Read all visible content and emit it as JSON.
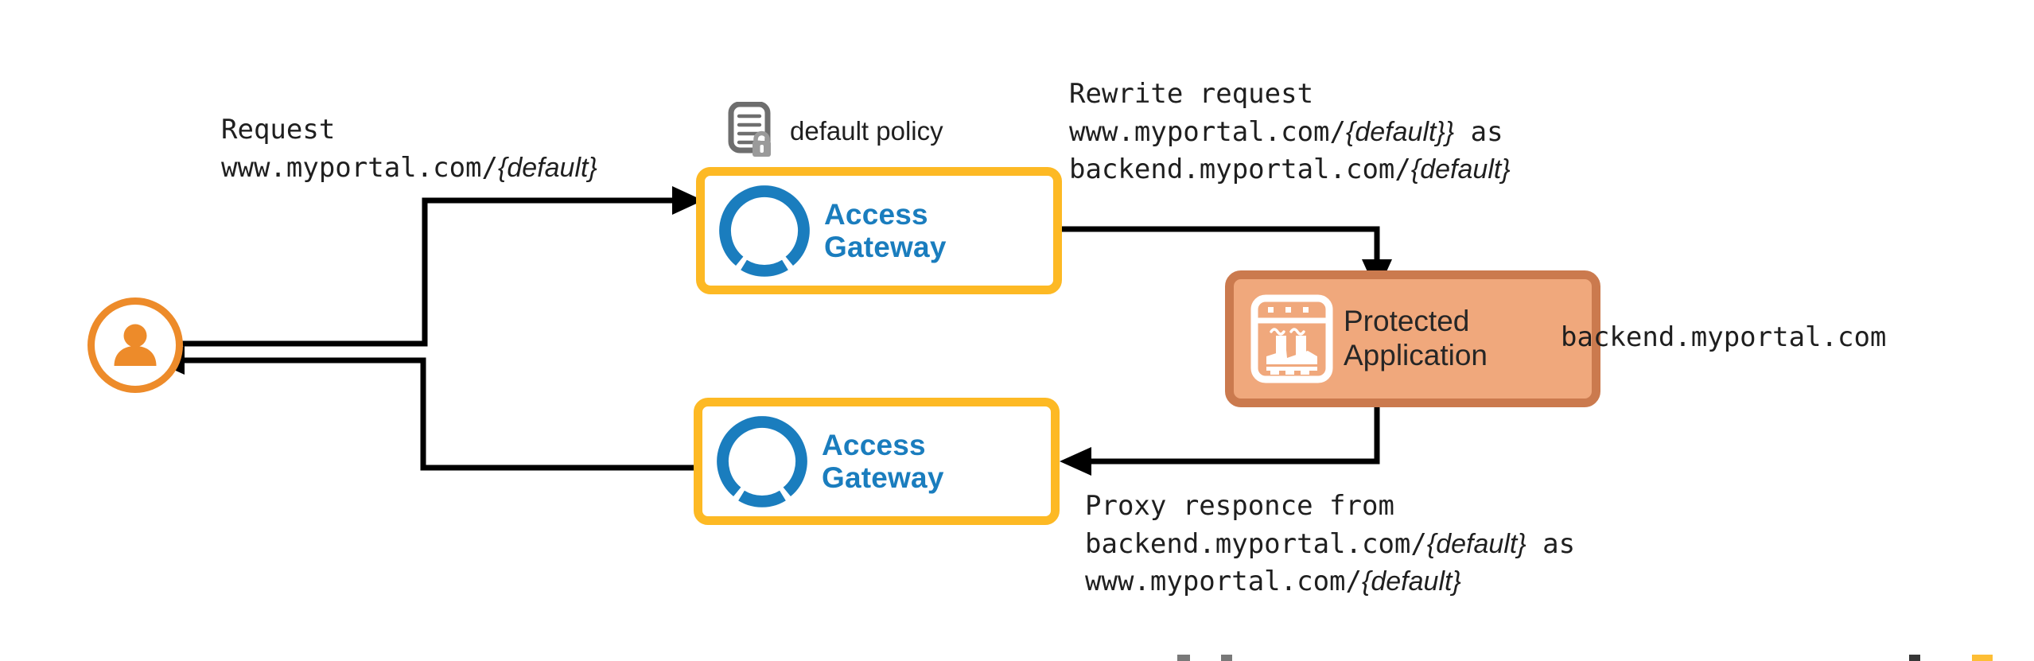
{
  "diagram": {
    "title": "Access Gateway reverse proxy request rewrite flow",
    "colors": {
      "gateway_border": "#FDB924",
      "gateway_text": "#1A7DBE",
      "app_border": "#CB7A4E",
      "app_fill": "#F0A87C",
      "actor_orange": "#ED8B2A",
      "connector": "#000000",
      "policy_gray": "#6E6E6E",
      "text": "#1F1F1F"
    },
    "actor": {
      "icon": "user-avatar-icon",
      "label": ""
    },
    "policy": {
      "icon": "document-lock-icon",
      "label": "default policy"
    },
    "gateway_top": {
      "icon": "segmented-circle-icon",
      "line1": "Access",
      "line2": "Gateway"
    },
    "gateway_bottom": {
      "icon": "segmented-circle-icon",
      "line1": "Access",
      "line2": "Gateway"
    },
    "protected_app": {
      "icon": "browser-factory-icon",
      "line1": "Protected",
      "line2": "Application"
    },
    "backend_host": "backend.myportal.com",
    "request_note": {
      "line1": "Request",
      "line2_prefix": "www.myportal.com/",
      "line2_template": "{default}"
    },
    "rewrite_note": {
      "line1": "Rewrite request",
      "line2_prefix": "www.myportal.com/",
      "line2_template": "{default}}",
      "line2_suffix": " as",
      "line3_prefix": "backend.myportal.com/",
      "line3_template": "{default}"
    },
    "proxy_note": {
      "line1": "Proxy responce from",
      "line2_prefix": "backend.myportal.com/",
      "line2_template": "{default}",
      "line2_suffix": " as",
      "line3_prefix": "www.myportal.com/",
      "line3_template": "{default}"
    }
  }
}
